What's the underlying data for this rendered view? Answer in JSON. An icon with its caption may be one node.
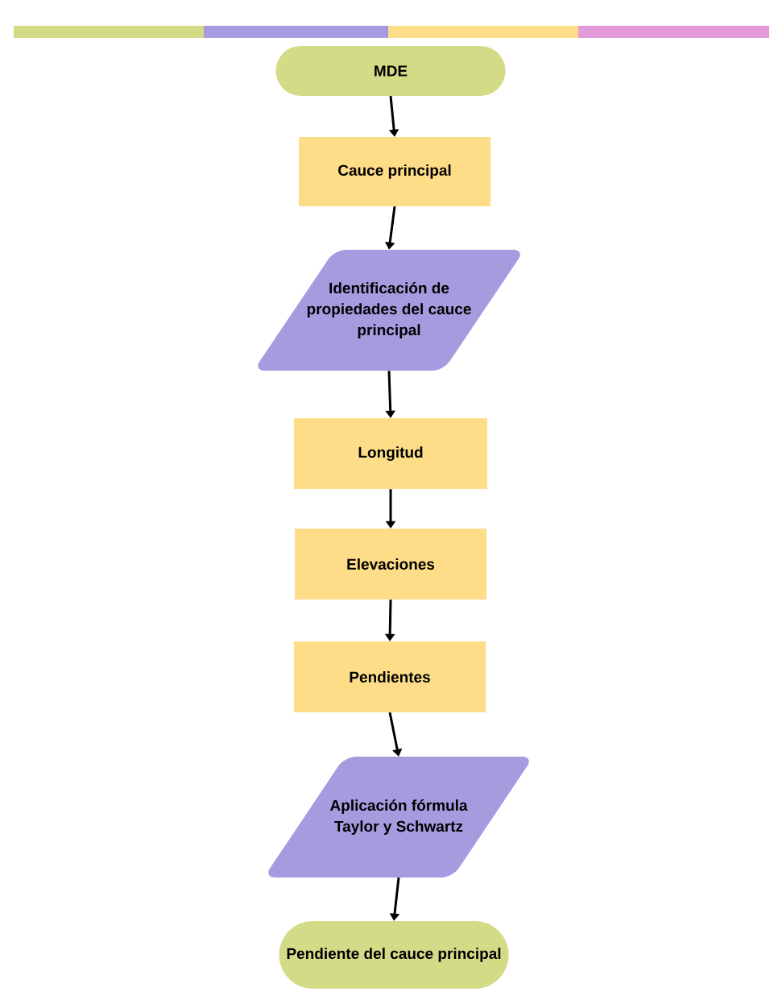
{
  "diagram": {
    "nodes": [
      {
        "text": [
          "MDE"
        ]
      },
      {
        "text": [
          "Cauce principal"
        ]
      },
      {
        "text": [
          "Identificación de propiedades del cauce principal"
        ]
      },
      {
        "text": [
          "Longitud"
        ]
      },
      {
        "text": [
          "Elevaciones"
        ]
      },
      {
        "text": [
          "Pendientes"
        ]
      },
      {
        "text": [
          "Aplicación fórmula Taylor y Schwartz"
        ]
      },
      {
        "text": [
          "Pendiente del cauce principal"
        ]
      }
    ],
    "edges": [
      {
        "from": 0,
        "to": 1,
        "arrow": "to"
      },
      {
        "from": 1,
        "to": 2,
        "arrow": "to"
      },
      {
        "from": 2,
        "to": 3,
        "arrow": "to"
      },
      {
        "from": 3,
        "to": 4,
        "arrow": "to"
      },
      {
        "from": 4,
        "to": 5,
        "arrow": "to"
      },
      {
        "from": 5,
        "to": 6,
        "arrow": "to"
      },
      {
        "from": 6,
        "to": 7,
        "arrow": "to"
      }
    ]
  }
}
